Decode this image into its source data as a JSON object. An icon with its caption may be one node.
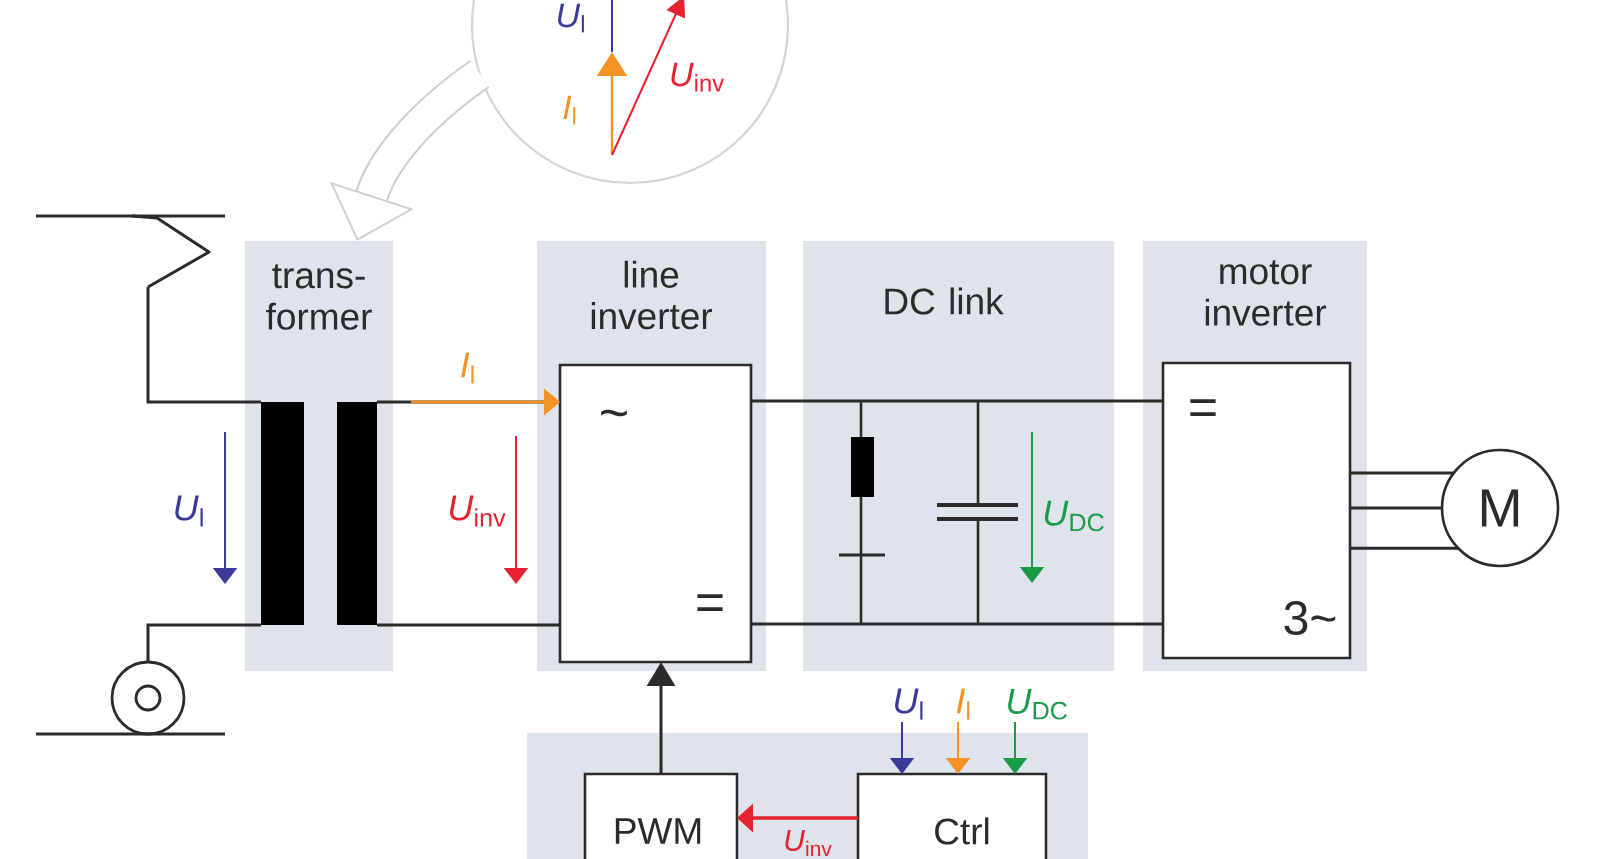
{
  "diagram": {
    "nodes": [
      {
        "text": [
          "*U*$_{l}$",
          "*U*$_{inv}$",
          "*I*$_{l}$"
        ]
      },
      {
        "text": [],
        "shape": "picture"
      },
      {
        "text": [
          "trans- former"
        ]
      },
      {
        "text": [
          "line inverter"
        ]
      },
      {
        "text": [
          "~",
          "="
        ],
        "in": 3
      },
      {
        "text": [
          "DC link"
        ]
      },
      {
        "text": [
          "motor inverter"
        ]
      },
      {
        "text": [
          "=",
          "3~"
        ],
        "in": 6
      },
      {
        "text": [
          "M"
        ]
      },
      {
        "text": [],
        "shape": "circle"
      },
      {
        "text": [
          "*U*$_{l}$"
        ]
      },
      {
        "text": [
          "*I*$_{l}$"
        ]
      },
      {
        "text": [
          "*U*$_{DC}$"
        ]
      },
      {
        "text": [],
        "shape": "box"
      },
      {
        "text": [
          "PWM"
        ],
        "in": 13
      },
      {
        "text": [
          "Ctrl"
        ],
        "in": 13
      }
    ],
    "edges": [
      {
        "from": 0,
        "to": 2,
        "arrow": "to",
        "style": "thick",
        "color": "#cfcfcf"
      },
      {
        "from": 1,
        "to": 2,
        "arrow": "none"
      },
      {
        "from": 9,
        "to": 2,
        "arrow": "none"
      },
      {
        "from": 2,
        "to": 4,
        "arrow": "to"
      },
      {
        "from": 2,
        "to": 4,
        "arrow": "none"
      },
      {
        "from": 4,
        "to": 5,
        "arrow": "none"
      },
      {
        "from": 4,
        "to": 5,
        "arrow": "none"
      },
      {
        "from": 5,
        "to": 7,
        "arrow": "none"
      },
      {
        "from": 5,
        "to": 7,
        "arrow": "none"
      },
      {
        "from": 7,
        "to": 8,
        "arrow": "none"
      },
      {
        "from": 7,
        "to": 8,
        "arrow": "none"
      },
      {
        "from": 7,
        "to": 8,
        "arrow": "none"
      },
      {
        "from": 14,
        "to": 4,
        "arrow": "to"
      },
      {
        "from": 15,
        "to": 14,
        "arrow": "to",
        "color": "#e52330",
        "label": "*U*$_{inv}$"
      },
      {
        "from": 10,
        "to": 15,
        "arrow": "to",
        "color": "#3b3a98"
      },
      {
        "from": 11,
        "to": 15,
        "arrow": "to",
        "color": "#f39325"
      },
      {
        "from": 12,
        "to": 15,
        "arrow": "to",
        "color": "#1a9b48"
      }
    ],
    "labels": [
      "*I*$_{l}$",
      "*U*$_{l}$",
      "*U*$_{inv}$",
      "*U*$_{DC}$"
    ]
  }
}
